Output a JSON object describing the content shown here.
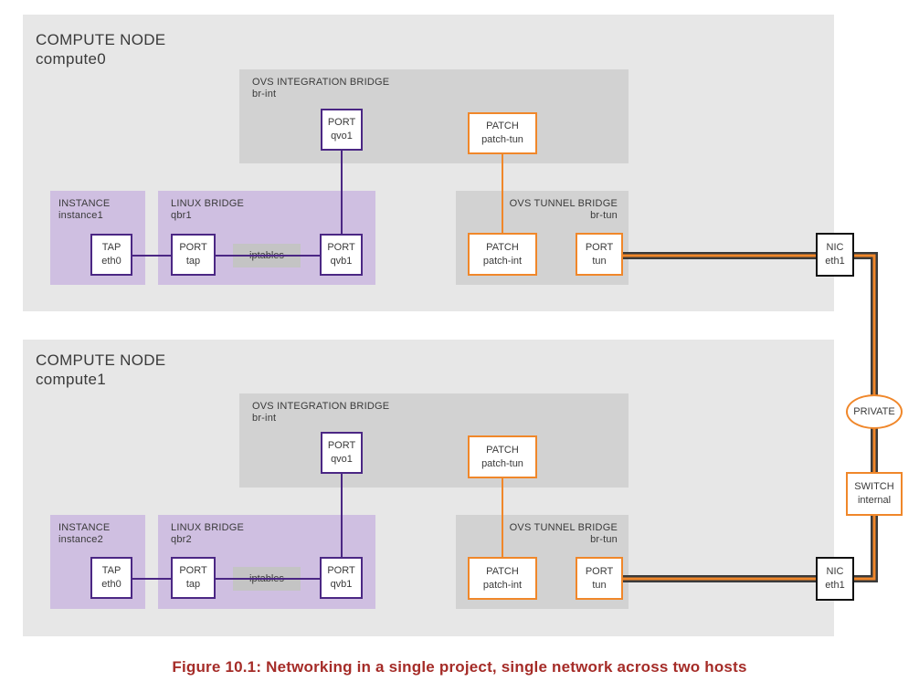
{
  "nodes": [
    {
      "title": "COMPUTE NODE",
      "name": "compute0",
      "integration_bridge": {
        "title": "OVS INTEGRATION BRIDGE",
        "name": "br-int"
      },
      "port_qvo": {
        "label": "PORT",
        "name": "qvo1"
      },
      "patch_tun": {
        "label": "PATCH",
        "name": "patch-tun"
      },
      "instance": {
        "title": "INSTANCE",
        "name": "instance1"
      },
      "tap": {
        "label": "TAP",
        "name": "eth0"
      },
      "linux_bridge": {
        "title": "LINUX BRIDGE",
        "name": "qbr1"
      },
      "port_tap": {
        "label": "PORT",
        "name": "tap"
      },
      "iptables": "iptables",
      "port_qvb": {
        "label": "PORT",
        "name": "qvb1"
      },
      "tunnel_bridge": {
        "title": "OVS TUNNEL BRIDGE",
        "name": "br-tun"
      },
      "patch_int": {
        "label": "PATCH",
        "name": "patch-int"
      },
      "port_tun": {
        "label": "PORT",
        "name": "tun"
      },
      "nic": {
        "label": "NIC",
        "name": "eth1"
      }
    },
    {
      "title": "COMPUTE NODE",
      "name": "compute1",
      "integration_bridge": {
        "title": "OVS INTEGRATION BRIDGE",
        "name": "br-int"
      },
      "port_qvo": {
        "label": "PORT",
        "name": "qvo1"
      },
      "patch_tun": {
        "label": "PATCH",
        "name": "patch-tun"
      },
      "instance": {
        "title": "INSTANCE",
        "name": "instance2"
      },
      "tap": {
        "label": "TAP",
        "name": "eth0"
      },
      "linux_bridge": {
        "title": "LINUX BRIDGE",
        "name": "qbr2"
      },
      "port_tap": {
        "label": "PORT",
        "name": "tap"
      },
      "iptables": "iptables",
      "port_qvb": {
        "label": "PORT",
        "name": "qvb1"
      },
      "tunnel_bridge": {
        "title": "OVS TUNNEL BRIDGE",
        "name": "br-tun"
      },
      "patch_int": {
        "label": "PATCH",
        "name": "patch-int"
      },
      "port_tun": {
        "label": "PORT",
        "name": "tun"
      },
      "nic": {
        "label": "NIC",
        "name": "eth1"
      }
    }
  ],
  "private_network": "PRIVATE",
  "switch": {
    "label": "SWITCH",
    "name": "internal"
  },
  "caption": "Figure 10.1: Networking in a single project, single network across two hosts",
  "colors": {
    "node_background": "#e7e7e7",
    "bridge_background": "#d2d2d2",
    "linux_bridge_background": "#cfbfe1",
    "purple_link": "#4b2784",
    "orange_link": "#f0872a",
    "caption": "#a52c28"
  }
}
